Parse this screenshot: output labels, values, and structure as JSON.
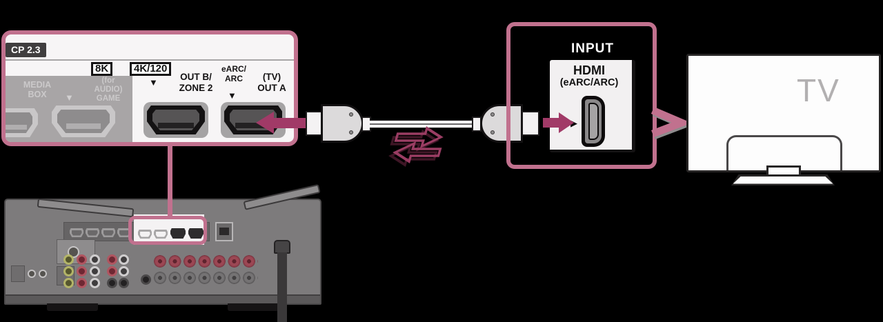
{
  "colors": {
    "background": "#000000",
    "frame_pink": "#c1718e",
    "arrow_magenta": "#a13a67",
    "panel_gray_zone": "#a8a5a6",
    "receiver_body": "#7d7b7c"
  },
  "zoom_panel": {
    "hdcp_badge": "CP 2.3",
    "badge_8k": "8K",
    "badge_4k120": "4K/120",
    "media_box_lines": [
      "MEDIA",
      "BOX"
    ],
    "game_lines": [
      "(for",
      "AUDIO)",
      "GAME"
    ],
    "out_b_lines": [
      "OUT B/",
      "ZONE 2"
    ],
    "earc_lines": [
      "eARC/",
      "ARC"
    ],
    "out_a_lines": [
      "(TV)",
      "OUT A"
    ],
    "down_arrow_icon": "▼"
  },
  "input_callout": {
    "title": "INPUT",
    "port_label_line1": "HDMI",
    "port_label_line2": "(eARC/ARC)",
    "triangle_icon": "▶"
  },
  "tv": {
    "label": "TV"
  }
}
